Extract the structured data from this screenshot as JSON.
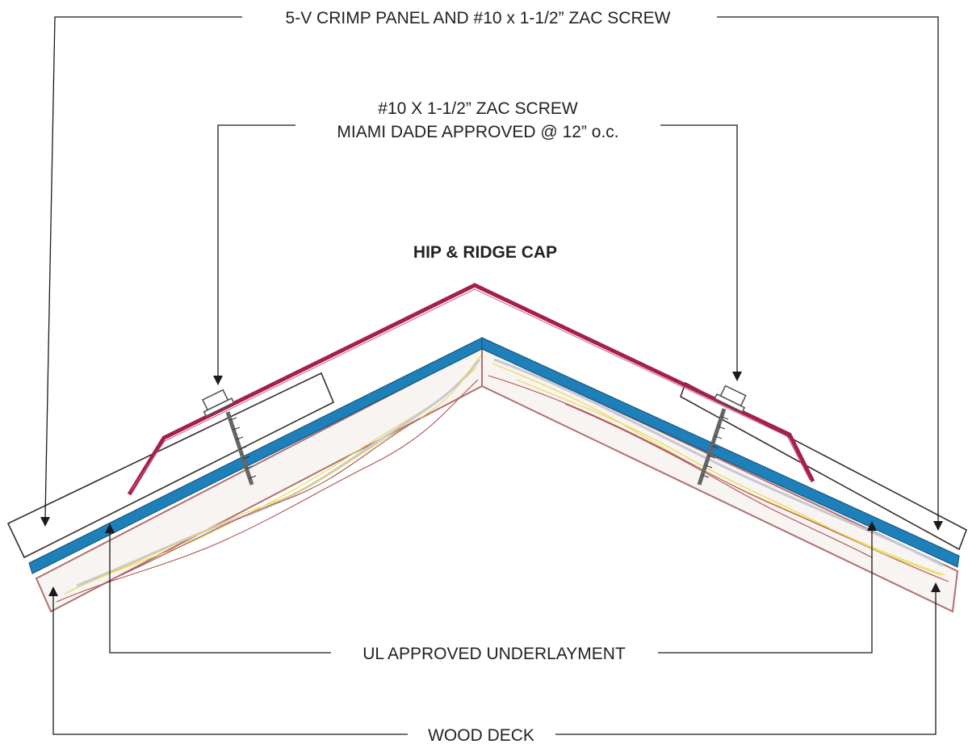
{
  "labels": {
    "panel_screw": "5-V CRIMP PANEL AND #10 x 1-1/2” ZAC SCREW",
    "zac_screw_line1": "#10  X  1-1/2” ZAC SCREW",
    "zac_screw_line2": "MIAMI DADE APPROVED @ 12” o.c.",
    "title": "HIP & RIDGE CAP",
    "underlayment": "UL APPROVED UNDERLAYMENT",
    "wood_deck": "WOOD DECK"
  },
  "colors": {
    "ridge_cap": "#a3204a",
    "underlayment": "#1f7fb8",
    "deck_fill": "#f7f4f2",
    "deck_edge": "#b07070",
    "wood_grain_yellow": "#e8d84a",
    "wood_grain_red": "#b05050",
    "wood_grain_gray": "#c8c8d4",
    "screw": "#666666",
    "leader_lines": "#1a1a1a"
  },
  "icons": {
    "screw": "hex-head-screw-icon",
    "arrow": "arrowhead-icon"
  }
}
